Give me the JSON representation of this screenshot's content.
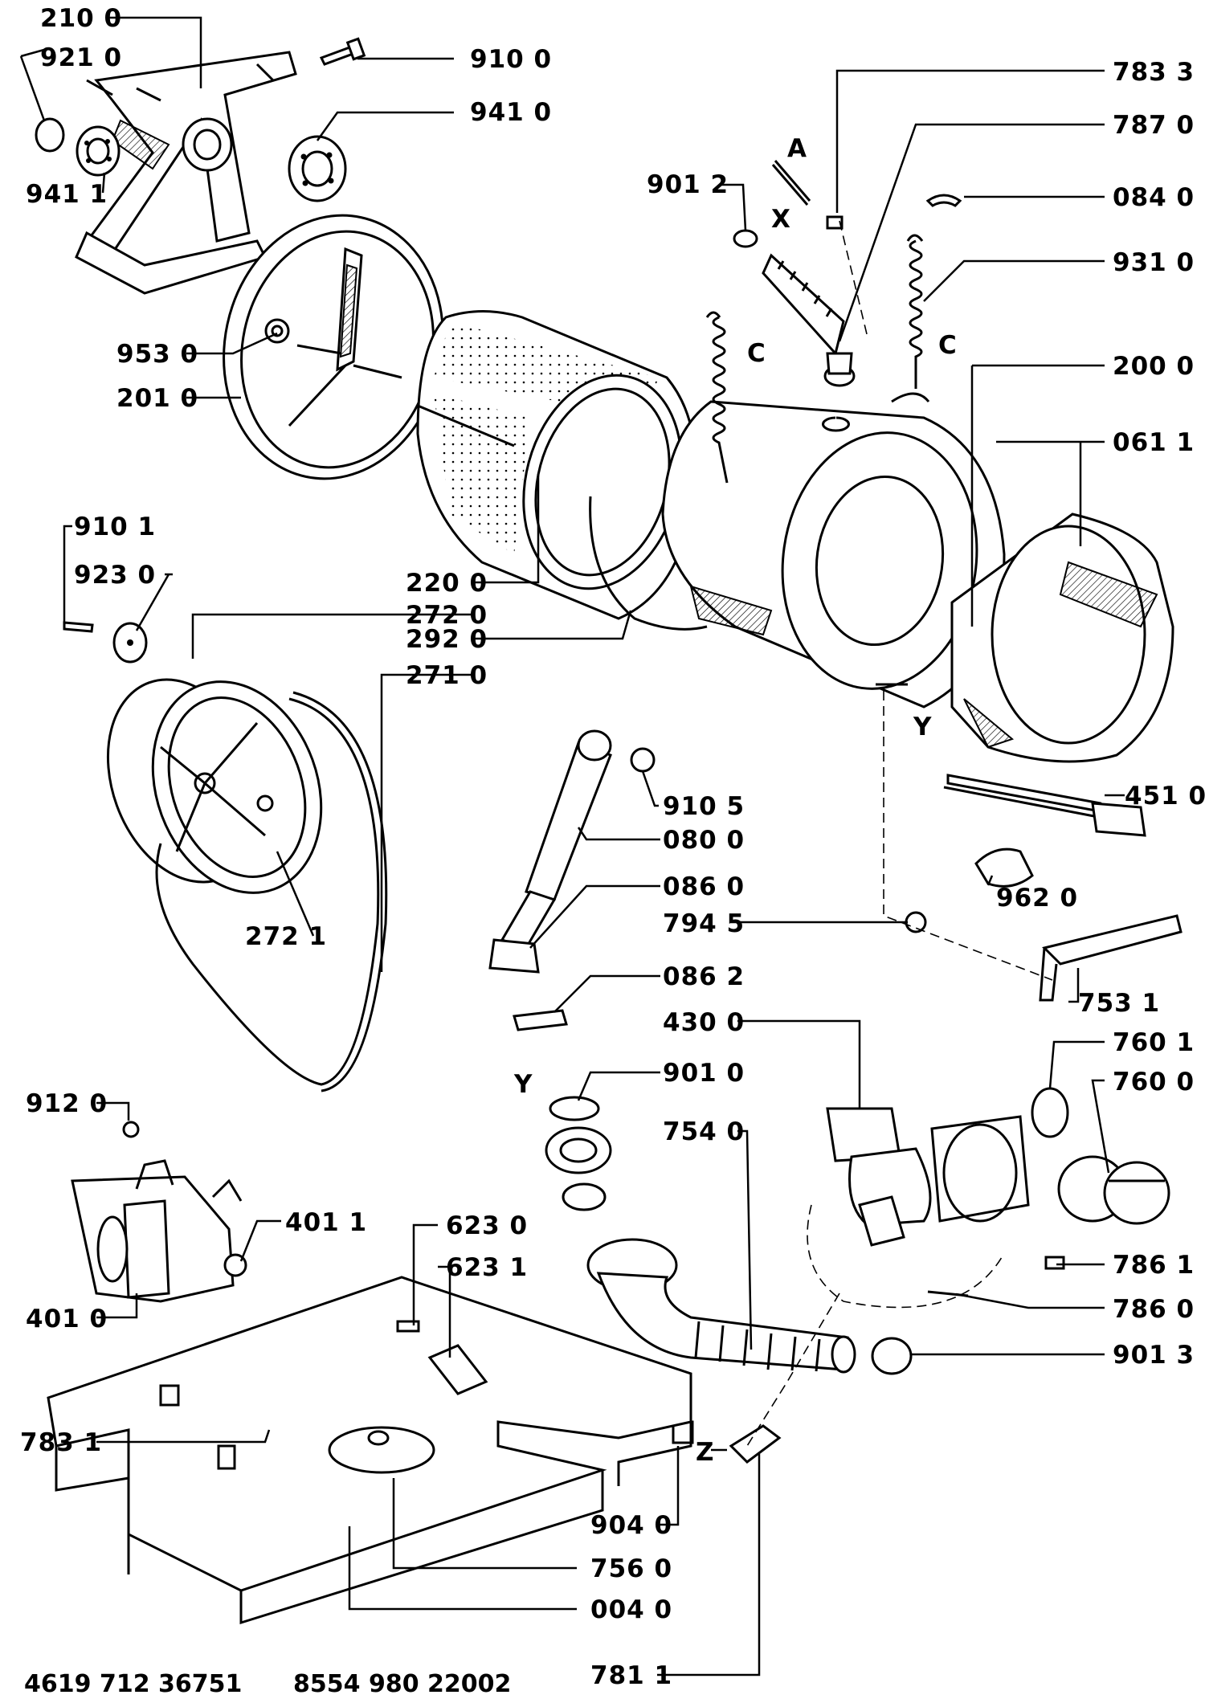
{
  "labels": {
    "p2100": "210 0",
    "p9210": "921 0",
    "p9100": "910 0",
    "p9410": "941 0",
    "p9411": "941 1",
    "p9530": "953 0",
    "p2010": "201 0",
    "p7833": "783 3",
    "p7870": "787 0",
    "p9012": "901 2",
    "p0840": "084 0",
    "p9310": "931 0",
    "p2000": "200 0",
    "p0611": "061 1",
    "p9101": "910 1",
    "p9230": "923 0",
    "p2200": "220 0",
    "p2720": "272 0",
    "p2920": "292 0",
    "p2710": "271 0",
    "p2721": "272 1",
    "p9105": "910 5",
    "p0800": "080 0",
    "p0860": "086 0",
    "p7945": "794 5",
    "p0862": "086 2",
    "p4300": "430 0",
    "p4510": "451 0",
    "p9620": "962 0",
    "p7531": "753 1",
    "p9010": "901 0",
    "p7601": "760 1",
    "p7600": "760 0",
    "p9120": "912 0",
    "p7540": "754 0",
    "p4011": "401 1",
    "p4010": "401 0",
    "p6230": "623 0",
    "p6231": "623 1",
    "p7861": "786 1",
    "p7860": "786 0",
    "p9013": "901 3",
    "p7831": "783 1",
    "p9040": "904 0",
    "p7560": "756 0",
    "p0040": "004 0",
    "p7811": "781 1"
  },
  "markers": {
    "a": "A",
    "x": "X",
    "c1": "C",
    "c2": "C",
    "y1": "Y",
    "y2": "Y",
    "z": "Z"
  },
  "footer": {
    "left_code": "4619 712 36751",
    "right_code": "8554 980 22002"
  }
}
